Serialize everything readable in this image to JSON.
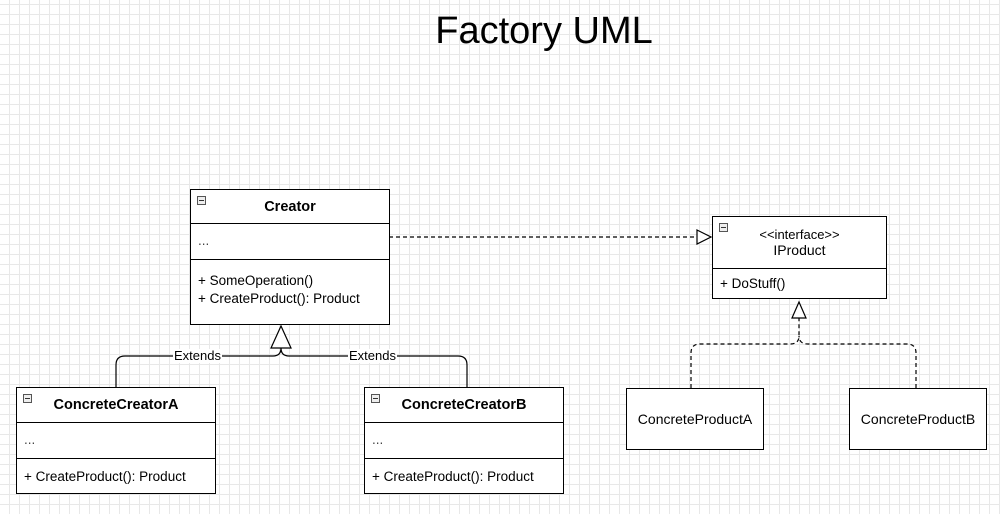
{
  "title": "Factory UML",
  "classes": {
    "creator": {
      "name": "Creator",
      "attributes": "...",
      "methods": [
        "+ SomeOperation()",
        "+ CreateProduct(): Product"
      ]
    },
    "concrete_creator_a": {
      "name": "ConcreteCreatorA",
      "attributes": "...",
      "methods": [
        "+ CreateProduct(): Product"
      ]
    },
    "concrete_creator_b": {
      "name": "ConcreteCreatorB",
      "attributes": "...",
      "methods": [
        "+ CreateProduct(): Product"
      ]
    },
    "iproduct": {
      "stereotype": "<<interface>>",
      "name": "IProduct",
      "methods": [
        "+ DoStuff()"
      ]
    },
    "concrete_product_a": {
      "name": "ConcreteProductA"
    },
    "concrete_product_b": {
      "name": "ConcreteProductB"
    }
  },
  "edges": {
    "extends_a_label": "Extends",
    "extends_b_label": "Extends"
  }
}
